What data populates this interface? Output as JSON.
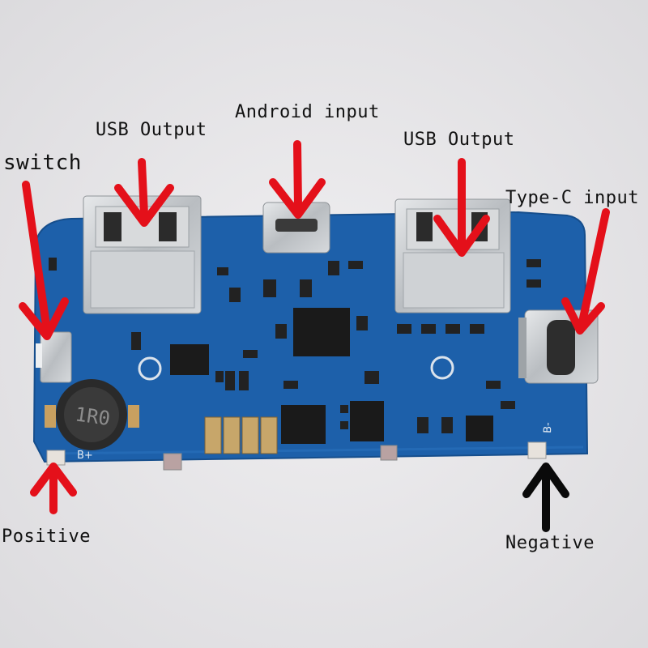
{
  "labels": {
    "usb_output_left": "USB Output",
    "android_input": "Android input",
    "usb_output_right": "USB Output",
    "switch": "switch",
    "type_c_input": "Type-C input",
    "positive": "Positive",
    "negative": "Negative",
    "pcb_b_plus": "B+",
    "pcb_b_minus": "B-",
    "inductor_marking": "1R0"
  },
  "colors": {
    "background": "#e9e8ea",
    "pcb": "#1c5fa8",
    "arrow_red": "#e4101a",
    "arrow_black": "#0a0a0a",
    "metal": "#c9cccf",
    "chip": "#1a1a1a"
  }
}
